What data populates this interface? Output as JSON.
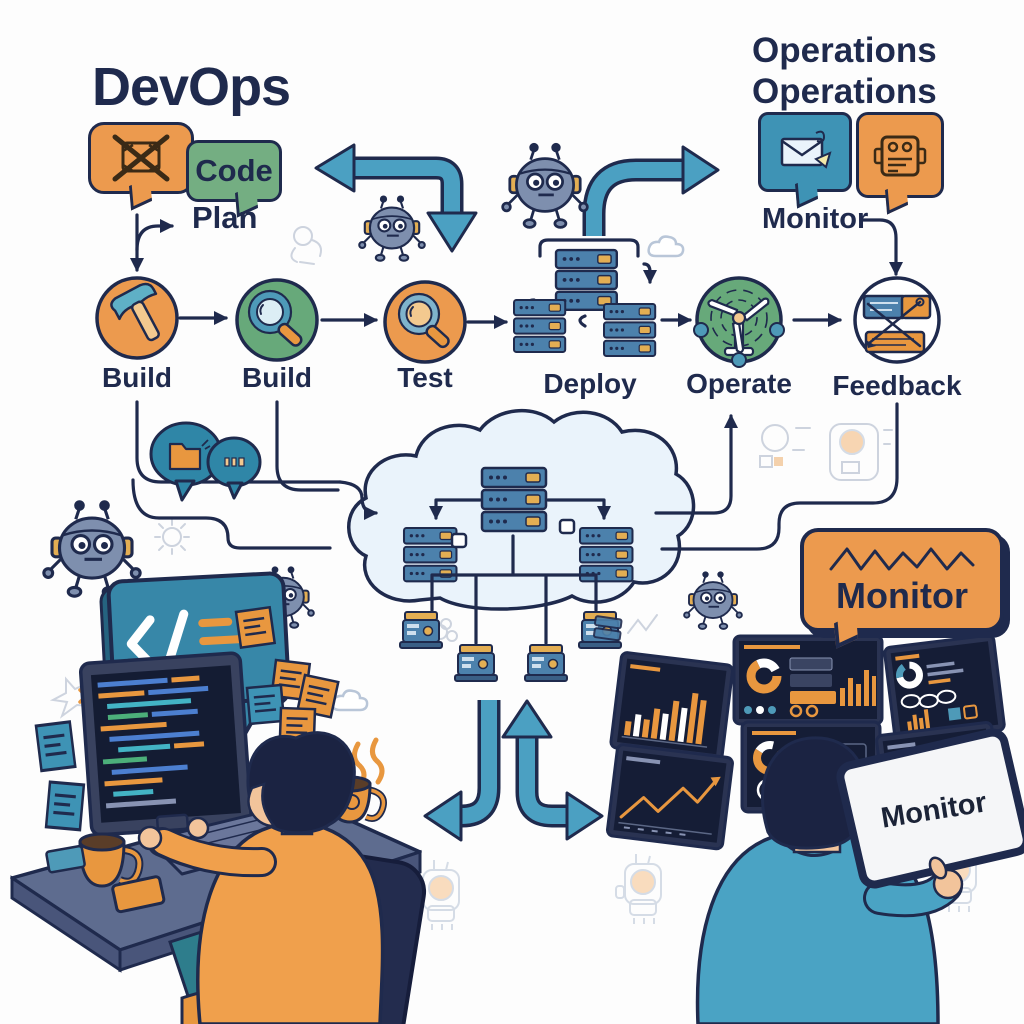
{
  "title": "DevOps",
  "operations": {
    "line1": "Operations",
    "line2": "Operations"
  },
  "labels": {
    "plan": "Plan",
    "monitor_top": "Monitor"
  },
  "speech_bubbles": {
    "no_plan": {
      "icon": "crossed-package-icon",
      "color": "#EC9A4E"
    },
    "code": {
      "label": "Code",
      "color": "#74AE82"
    },
    "mail": {
      "icon": "mail-icon",
      "color": "#3E93B5"
    },
    "bot": {
      "icon": "robot-head-icon",
      "color": "#EC9A4E"
    },
    "chat": {
      "icon": "chat-folder-icon",
      "color": "#2F86A7"
    },
    "code_editor": {
      "icon": "code-tag-icon",
      "color": "#3787A8"
    },
    "monitor": {
      "label": "Monitor",
      "color": "#EC9A4E"
    }
  },
  "pipeline": [
    {
      "label": "Build",
      "icon": "hammer-icon",
      "circle_color": "#EC9A4E"
    },
    {
      "label": "Build",
      "icon": "magnifier-icon",
      "circle_color": "#67A97A"
    },
    {
      "label": "Test",
      "icon": "magnifier-icon",
      "circle_color": "#EC9A4E"
    },
    {
      "label": "Deploy",
      "icon": "server-cluster-icon",
      "circle_color": "#4C81AC"
    },
    {
      "label": "Operate",
      "icon": "wind-turbine-icon",
      "circle_color": "#67A97A"
    },
    {
      "label": "Feedback",
      "icon": "feedback-notes-icon",
      "circle_color": "#FFFFFF"
    }
  ],
  "tablet": {
    "label": "Monitor"
  },
  "colors": {
    "navy": "#1F2A4D",
    "orange": "#E8973F",
    "teal_arrow": "#4BA0C2",
    "green": "#67A97A",
    "blue": "#3E93B5",
    "screen": "#151D36",
    "cloud": "#EAF3FB"
  }
}
